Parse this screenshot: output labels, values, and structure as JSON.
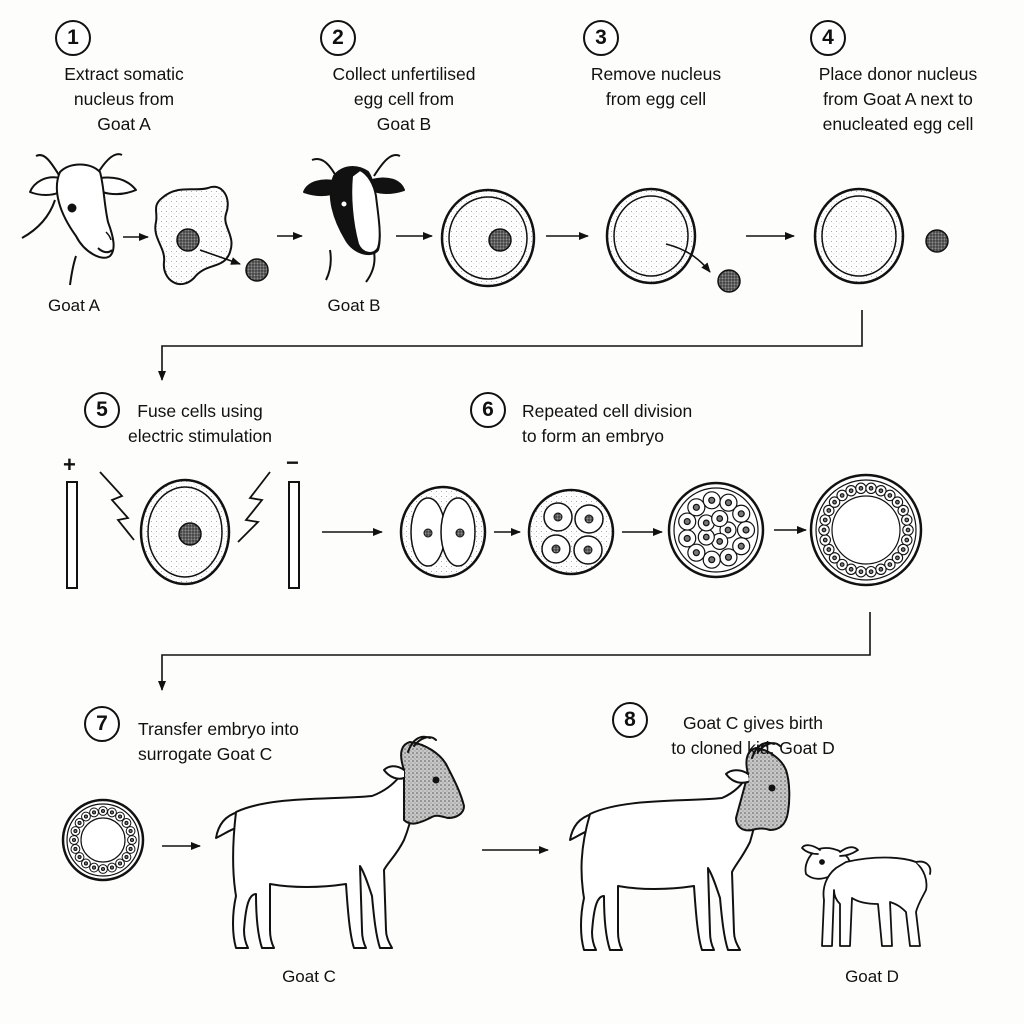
{
  "steps": [
    {
      "number": "1",
      "text": "Extract somatic\nnucleus from\nGoat A"
    },
    {
      "number": "2",
      "text": "Collect unfertilised\negg cell from\nGoat B"
    },
    {
      "number": "3",
      "text": "Remove nucleus\nfrom egg cell"
    },
    {
      "number": "4",
      "text": "Place donor nucleus\nfrom Goat A next to\nenucleated egg cell"
    },
    {
      "number": "5",
      "text": "Fuse cells using\nelectric stimulation"
    },
    {
      "number": "6",
      "text": "Repeated cell division\nto form an embryo"
    },
    {
      "number": "7",
      "text": "Transfer embryo into\nsurrogate Goat C"
    },
    {
      "number": "8",
      "text": "Goat C gives birth\nto cloned kid, Goat D"
    }
  ],
  "labels": {
    "goat_a": "Goat A",
    "goat_b": "Goat B",
    "goat_c": "Goat C",
    "goat_d": "Goat D"
  },
  "electrodes": {
    "positive": "+",
    "negative": "−"
  }
}
